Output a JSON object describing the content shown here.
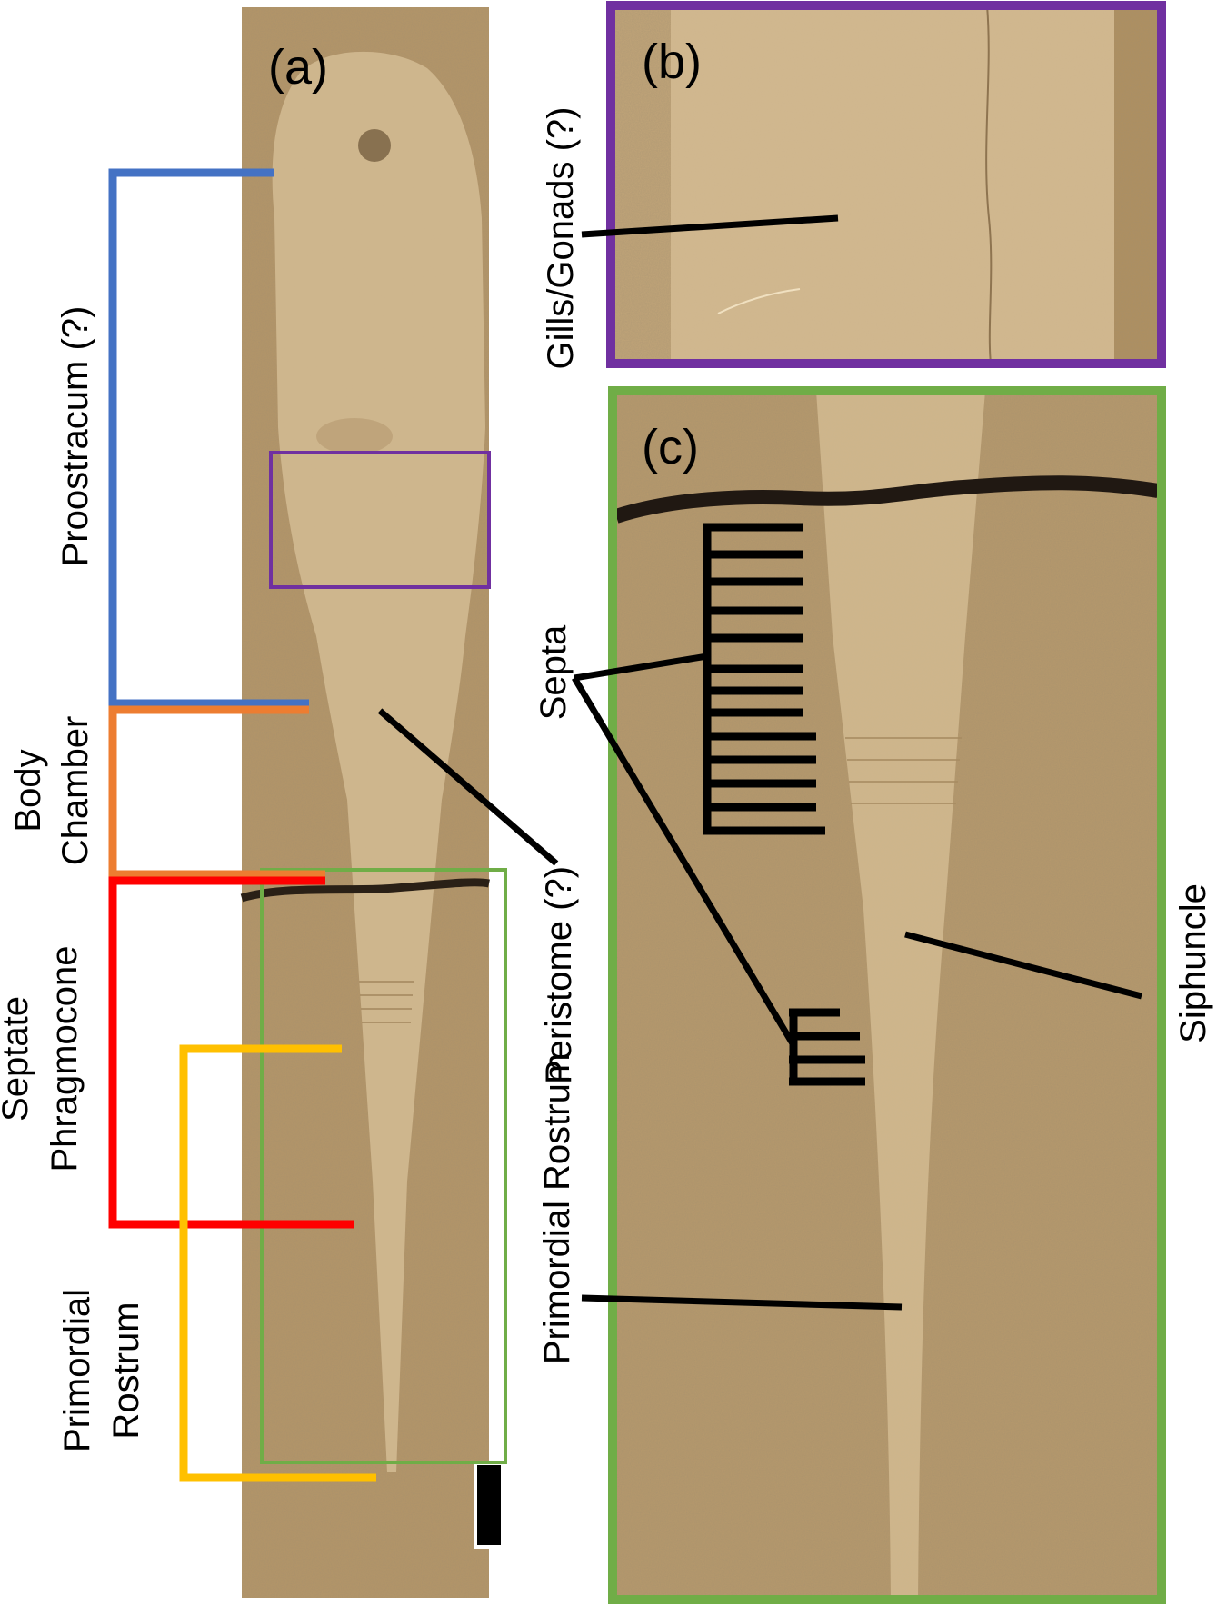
{
  "panels": {
    "a": {
      "label": "(a)"
    },
    "b": {
      "label": "(b)"
    },
    "c": {
      "label": "(c)"
    }
  },
  "labels": {
    "proostracum": "Proostracum (?)",
    "body": "Body",
    "chamber": "Chamber",
    "septate": "Septate",
    "phragmocone": "Phragmocone",
    "primordial": "Primordial",
    "rostrum": "Rostrum",
    "peristome": "Peristome (?)",
    "gills_gonads": "Gills/Gonads (?)",
    "septa": "Septa",
    "siphuncle": "Siphuncle",
    "primordial_rostrum": "Primordial Rostrum"
  },
  "colors": {
    "proostracum": "#4472c4",
    "body_chamber": "#ed7d31",
    "phragmocone": "#ff0000",
    "rostrum": "#ffc000",
    "inset_b": "#7030a0",
    "inset_c": "#70ad47",
    "annotation": "#000000",
    "rock": "#b39468",
    "fossil": "#cdb48c"
  }
}
